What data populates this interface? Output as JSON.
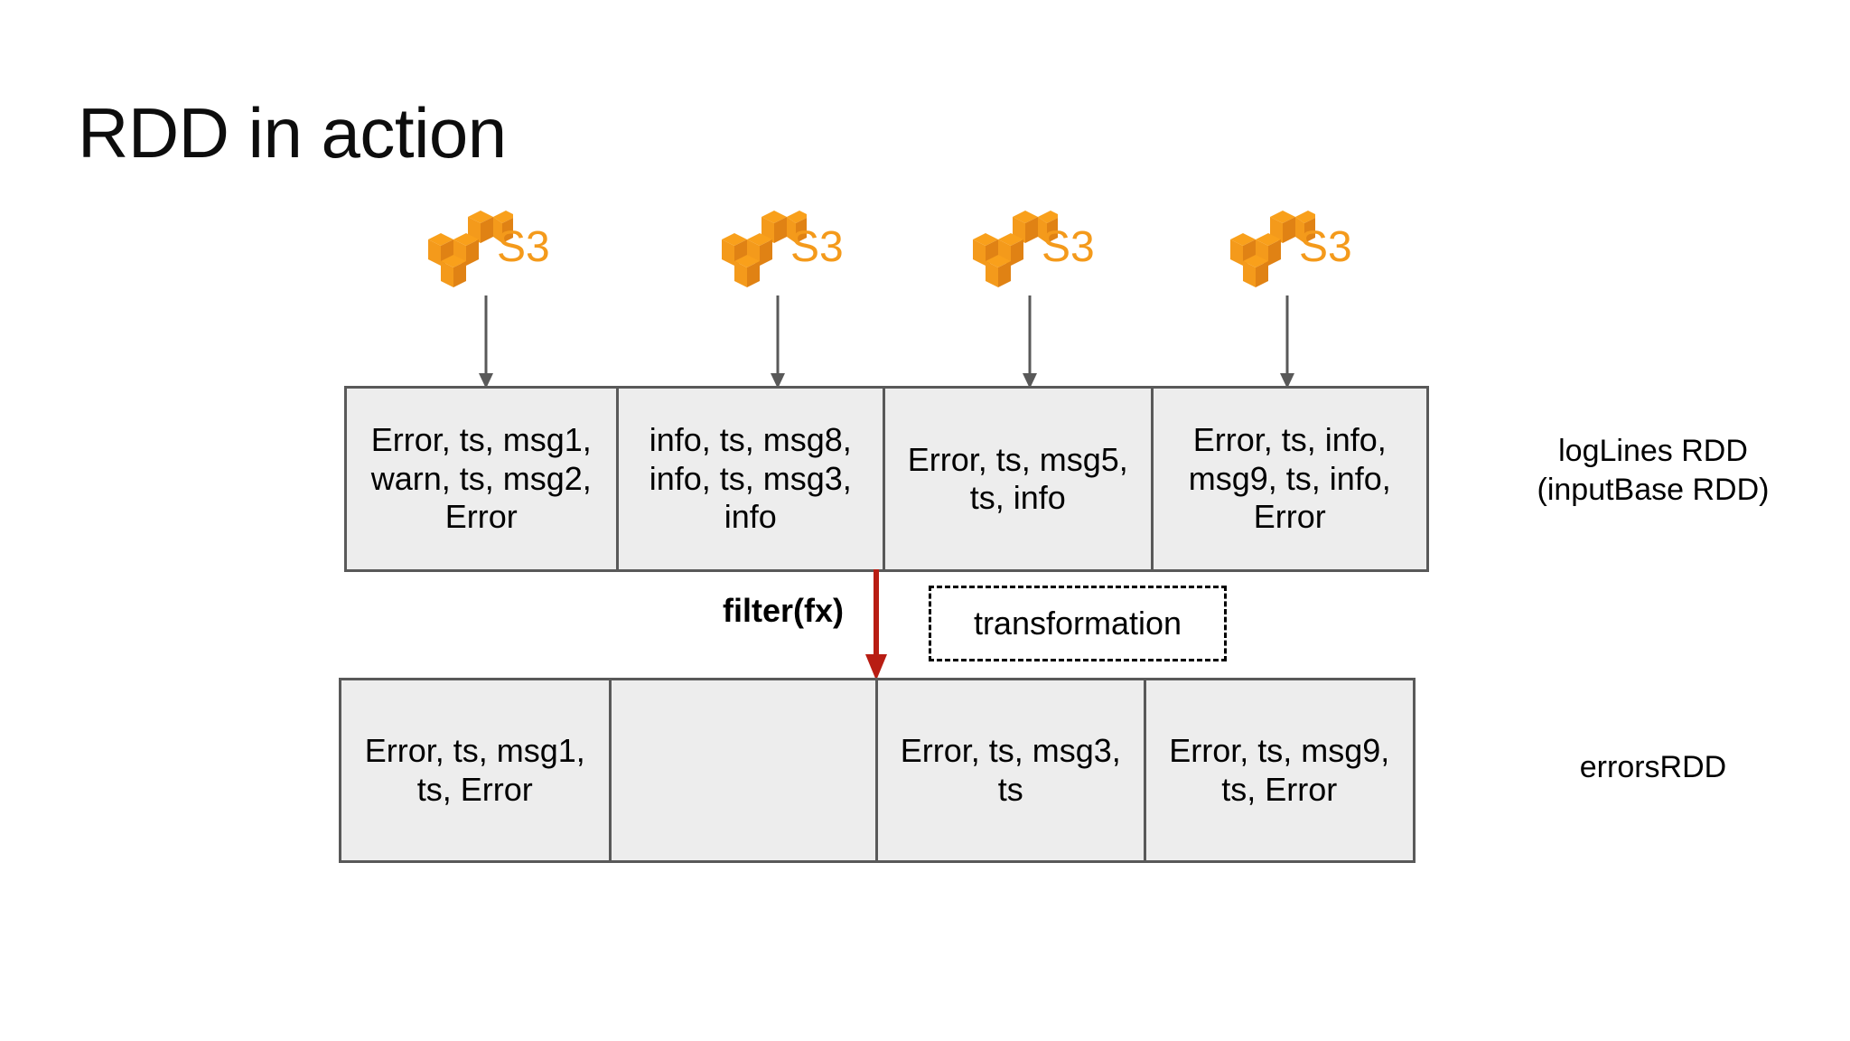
{
  "slide": {
    "title": "RDD in action",
    "background_color": "#ffffff"
  },
  "colors": {
    "s3_orange": "#f49a1b",
    "s3_orange_dark": "#e08214",
    "cell_fill": "#ededed",
    "cell_border": "#595959",
    "filter_arrow": "#b81d13",
    "text": "#000000"
  },
  "sources": [
    {
      "label": "S3",
      "icon": "aws-s3-icon"
    },
    {
      "label": "S3",
      "icon": "aws-s3-icon"
    },
    {
      "label": "S3",
      "icon": "aws-s3-icon"
    },
    {
      "label": "S3",
      "icon": "aws-s3-icon"
    }
  ],
  "loglines_rdd": {
    "caption": "logLines RDD\n(inputBase RDD)",
    "partitions": [
      "Error, ts, msg1, warn, ts, msg2, Error",
      "info, ts, msg8, info, ts, msg3, info",
      "Error, ts, msg5, ts, info",
      "Error, ts, info, msg9, ts, info, Error"
    ]
  },
  "transformation": {
    "operation_label": "filter(fx)",
    "box_label": "transformation",
    "arrow_icon": "down-arrow-icon",
    "arrow_color": "#b81d13"
  },
  "errors_rdd": {
    "caption": "errorsRDD",
    "partitions": [
      "Error, ts, msg1, ts, Error",
      "",
      "Error, ts, msg3, ts",
      "Error, ts, msg9, ts, Error"
    ]
  }
}
